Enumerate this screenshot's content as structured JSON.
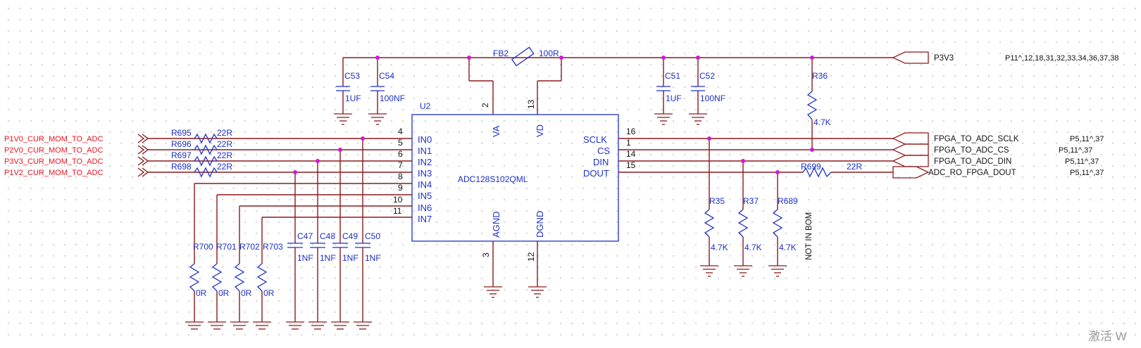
{
  "ic": {
    "ref": "U2",
    "part": "ADC128S102QML",
    "pins_left": [
      {
        "num": "4",
        "name": "IN0"
      },
      {
        "num": "5",
        "name": "IN1"
      },
      {
        "num": "6",
        "name": "IN2"
      },
      {
        "num": "7",
        "name": "IN3"
      },
      {
        "num": "8",
        "name": "IN4"
      },
      {
        "num": "9",
        "name": "IN5"
      },
      {
        "num": "10",
        "name": "IN6"
      },
      {
        "num": "11",
        "name": "IN7"
      }
    ],
    "pins_right": [
      {
        "num": "16",
        "name": "SCLK"
      },
      {
        "num": "1",
        "name": "CS"
      },
      {
        "num": "14",
        "name": "DIN"
      },
      {
        "num": "15",
        "name": "DOUT"
      }
    ],
    "pins_top": [
      {
        "num": "2",
        "name": "VA"
      },
      {
        "num": "13",
        "name": "VD"
      }
    ],
    "pins_bottom": [
      {
        "num": "3",
        "name": "AGND"
      },
      {
        "num": "12",
        "name": "DGND"
      }
    ]
  },
  "ferrite": {
    "ref": "FB2",
    "value": "100R"
  },
  "power": {
    "net": "P3V3",
    "xref": "P11^,12,18,31,32,33,34,36,37,38"
  },
  "caps_top": [
    {
      "ref": "C53",
      "value": "1UF"
    },
    {
      "ref": "C54",
      "value": "100NF"
    },
    {
      "ref": "C51",
      "value": "1UF"
    },
    {
      "ref": "C52",
      "value": "100NF"
    }
  ],
  "input_nets": [
    {
      "net": "P1V0_CUR_MOM_TO_ADC",
      "ref": "R695",
      "value": "22R"
    },
    {
      "net": "P2V0_CUR_MOM_TO_ADC",
      "ref": "R696",
      "value": "22R"
    },
    {
      "net": "P3V3_CUR_MOM_TO_ADC",
      "ref": "R697",
      "value": "22R"
    },
    {
      "net": "P1V2_CUR_MOM_TO_ADC",
      "ref": "R698",
      "value": "22R"
    }
  ],
  "pulldowns": [
    {
      "ref": "R700",
      "value": "0R"
    },
    {
      "ref": "R701",
      "value": "0R"
    },
    {
      "ref": "R702",
      "value": "0R"
    },
    {
      "ref": "R703",
      "value": "0R"
    }
  ],
  "filter_caps": [
    {
      "ref": "C47",
      "value": "1NF"
    },
    {
      "ref": "C48",
      "value": "1NF"
    },
    {
      "ref": "C49",
      "value": "1NF"
    },
    {
      "ref": "C50",
      "value": "1NF"
    }
  ],
  "pullup": {
    "ref": "R36",
    "value": "4.7K"
  },
  "right_res": [
    {
      "ref": "R35",
      "value": "4.7K"
    },
    {
      "ref": "R37",
      "value": "4.7K"
    },
    {
      "ref": "R689",
      "value": "4.7K"
    }
  ],
  "not_in_bom": "NOT IN BOM",
  "dout_res": {
    "ref": "R699",
    "value": "22R"
  },
  "out_nets": [
    {
      "net": "FPGA_TO_ADC_SCLK",
      "xref": "P5,11^,37"
    },
    {
      "net": "FPGA_TO_ADC_CS",
      "xref": "P5,11^,37"
    },
    {
      "net": "FPGA_TO_ADC_DIN",
      "xref": "P5,11^,37"
    },
    {
      "net": "ADC_RO_FPGA_DOUT",
      "xref": "P5,11^,37"
    }
  ],
  "watermark": "激活 W",
  "colors": {
    "wire": "#8b1a1a",
    "component": "#1c30c8",
    "junction": "#d01ad0",
    "net_label_red": "#e8141e"
  }
}
